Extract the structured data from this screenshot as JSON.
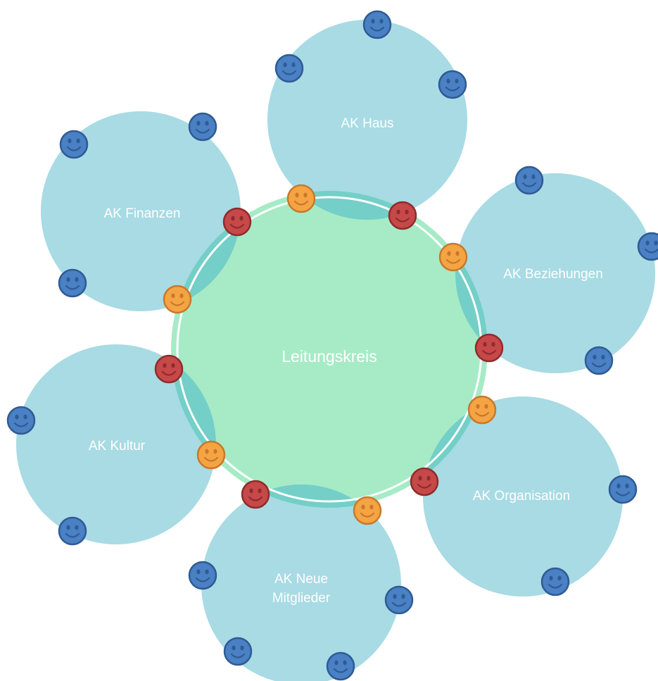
{
  "center": {
    "label": "Leitungskreis"
  },
  "circles": [
    {
      "id": "haus",
      "lines": [
        "AK Haus"
      ]
    },
    {
      "id": "beziehungen",
      "lines": [
        "AK Beziehungen"
      ]
    },
    {
      "id": "organisation",
      "lines": [
        "AK Organisation"
      ]
    },
    {
      "id": "neue",
      "lines": [
        "AK Neue",
        "Mitglieder"
      ]
    },
    {
      "id": "kultur",
      "lines": [
        "AK Kultur"
      ]
    },
    {
      "id": "finanzen",
      "lines": [
        "AK Finanzen"
      ]
    }
  ],
  "colors": {
    "outer_circle": "#a8dbe4",
    "center_circle": "#a6ebc6",
    "overlap": "#73cfc7",
    "member_blue": "#4a80c4",
    "member_blue_stroke": "#2f5b94",
    "link_orange": "#f5a444",
    "link_orange_stroke": "#c9782b",
    "link_red": "#c64848",
    "link_red_stroke": "#8f2c2c"
  },
  "icons": {
    "member": "smiley-face-blue",
    "link_a": "smiley-face-orange",
    "link_b": "smiley-face-red"
  }
}
